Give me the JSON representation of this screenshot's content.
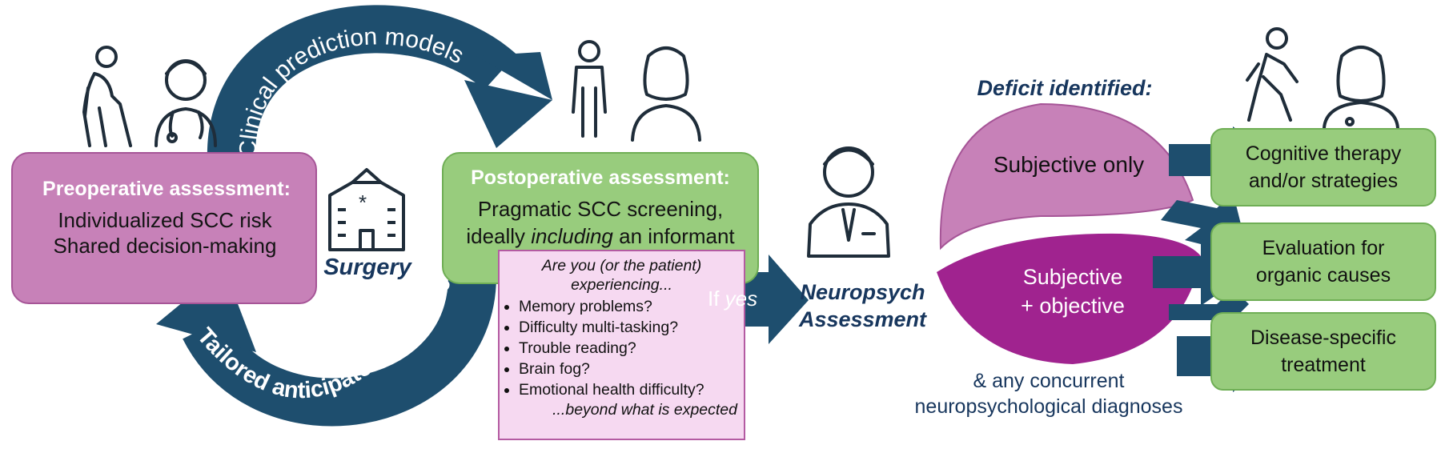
{
  "preop": {
    "heading": "Preoperative assessment:",
    "line1": "Individualized SCC risk",
    "line2": "Shared decision-making"
  },
  "surgery": {
    "label": "Surgery"
  },
  "postop": {
    "heading": "Postoperative assessment:",
    "line1": "Pragmatic SCC screening,",
    "line2_pre": "ideally ",
    "line2_em": "including",
    "line2_post": " an informant"
  },
  "arcs": {
    "top": "Clinical prediction models",
    "bottom": "Tailored anticipatory guidance"
  },
  "screening": {
    "intro1": "Are you (or the patient)",
    "intro2": "experiencing...",
    "items": [
      "Memory problems?",
      "Difficulty multi-tasking?",
      "Trouble reading?",
      "Brain fog?",
      "Emotional health difficulty?"
    ],
    "outro": "...beyond what is expected"
  },
  "ifyes": {
    "pre": "If ",
    "em": "yes"
  },
  "neuro": {
    "line1": "Neuropsych",
    "line2": "Assessment"
  },
  "deficit": {
    "title": "Deficit identified:",
    "subjective_only": "Subjective only",
    "combined_line1": "Subjective",
    "combined_line2": "+ objective",
    "concurrent_line1": "& any concurrent",
    "concurrent_line2": "neuropsychological diagnoses"
  },
  "outcomes": {
    "o1_line1": "Cognitive therapy",
    "o1_line2": "and/or strategies",
    "o2_line1": "Evaluation for",
    "o2_line2": "organic causes",
    "o3_line1": "Disease-specific",
    "o3_line2": "treatment"
  },
  "colors": {
    "navy": "#1e4e6e",
    "purple_light": "#c781b8",
    "purple_dark": "#a0238f",
    "green": "#98cc7d",
    "pink_light": "#f6d9f1"
  }
}
